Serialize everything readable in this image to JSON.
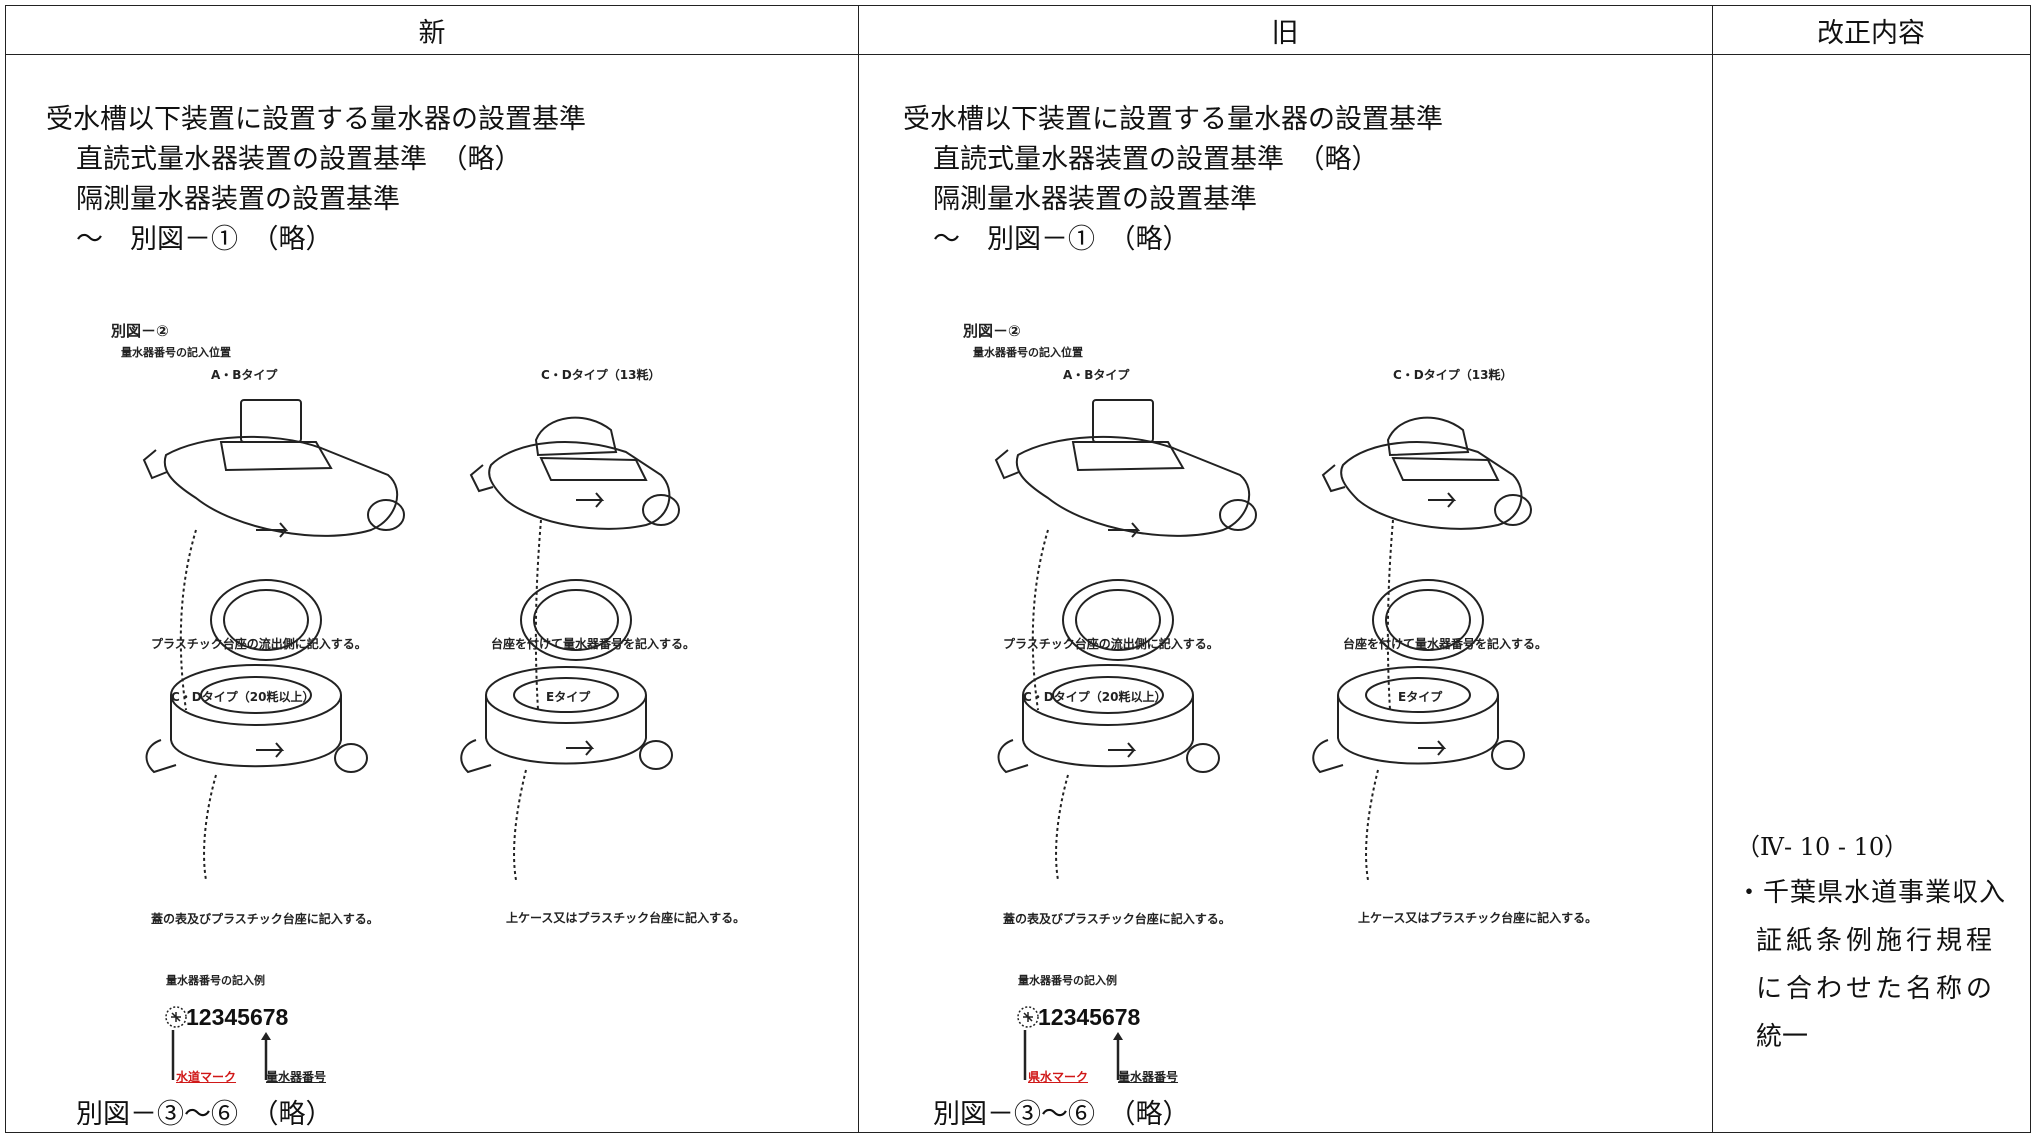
{
  "header": {
    "new": "新",
    "old": "旧",
    "change": "改正内容"
  },
  "new": {
    "lines": [
      "受水槽以下装置に設置する量水器の設置基準",
      "直読式量水器装置の設置基準　（略）",
      "隔測量水器装置の設置基準",
      "～　別図－①　（略）"
    ],
    "fig": {
      "title": "別図－②",
      "subtitle": "量水器番号の記入位置",
      "type_ab": "A・Bタイプ",
      "type_cd13": "C・Dタイプ（13粍）",
      "cap_ab": "プラスチック台座の流出側に記入する。",
      "cap_cd13": "台座を付けて量水器番号を記入する。",
      "type_cd20": "C・Dタイプ（20粍以上）",
      "type_e": "Eタイプ",
      "cap_cd20": "蓋の表及びプラスチック台座に記入する。",
      "cap_e": "上ケース又はプラスチック台座に記入する。",
      "example_label": "量水器番号の記入例",
      "example_number": "12345678",
      "mark_label": "水道マーク",
      "number_label": "量水器番号"
    },
    "footer": "別図－③～⑥　（略）"
  },
  "old": {
    "lines": [
      "受水槽以下装置に設置する量水器の設置基準",
      "直読式量水器装置の設置基準　（略）",
      "隔測量水器装置の設置基準",
      "～　別図－①　（略）"
    ],
    "fig": {
      "title": "別図－②",
      "subtitle": "量水器番号の記入位置",
      "type_ab": "A・Bタイプ",
      "type_cd13": "C・Dタイプ（13粍）",
      "cap_ab": "プラスチック台座の流出側に記入する。",
      "cap_cd13": "台座を付けて量水器番号を記入する。",
      "type_cd20": "C・Dタイプ（20粍以上）",
      "type_e": "Eタイプ",
      "cap_cd20": "蓋の表及びプラスチック台座に記入する。",
      "cap_e": "上ケース又はプラスチック台座に記入する。",
      "example_label": "量水器番号の記入例",
      "example_number": "12345678",
      "mark_label": "県水マーク",
      "number_label": "量水器番号"
    },
    "footer": "別図－③～⑥　（略）"
  },
  "change": {
    "ref": "（Ⅳ- 10 - 10）",
    "note_lines": [
      "・千葉県水道事業収入",
      "証紙条例施行規程",
      "に合わせた名称の",
      "統一"
    ]
  },
  "colors": {
    "mark_red": "#d01818",
    "line": "#222222"
  }
}
